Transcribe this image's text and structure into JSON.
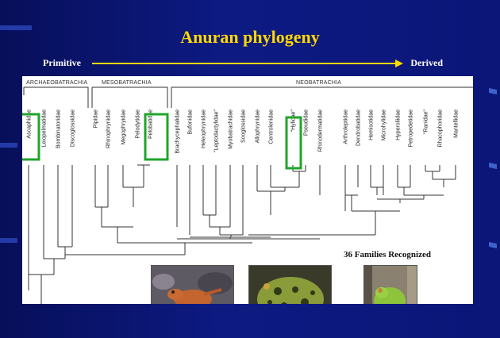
{
  "slide": {
    "title": "Anuran phylogeny",
    "axis_left": "Primitive",
    "axis_right": "Derived",
    "families_recognized": "36 Families Recognized"
  },
  "groups": [
    "ARCHAEOBATRACHIA",
    "MESOBATRACHIA",
    "NEOBATRACHIA"
  ],
  "taxa": [
    "Ascaphidae",
    "Leiopelmatidae",
    "Bombinatoridae",
    "Discoglossidae",
    "Pipidae",
    "Rhinophrynidae",
    "Megophryidae",
    "Pelodytidae",
    "Pelobatidae",
    "Brachycephalidae",
    "Bufonidae",
    "Heleophrynidae",
    "\"Leptodactylidae\"",
    "Myobatrachidae",
    "Sooglossidae",
    "Allophrynidae",
    "Centrolenidae",
    "\"Hylidae\"",
    "Pseudidae",
    "Rhinodermatidae",
    "Arthroleptidae",
    "Dendrobatidae",
    "Hemisotidae",
    "Microhylidae",
    "Hyperoliidae",
    "Petropedetidae",
    "\"Ranidae\"",
    "Rhacophoridae",
    "Mantellidae"
  ],
  "highlighted_taxa": [
    "Ascaphidae",
    "Pelobatidae",
    "\"Hylidae\""
  ],
  "photos": [
    "frog-photo-red",
    "frog-photo-spotted",
    "frog-photo-green"
  ],
  "colors": {
    "background": "#0b1570",
    "title": "#ffd700",
    "arrow": "#ffd700",
    "highlight": "#1fa52a"
  }
}
